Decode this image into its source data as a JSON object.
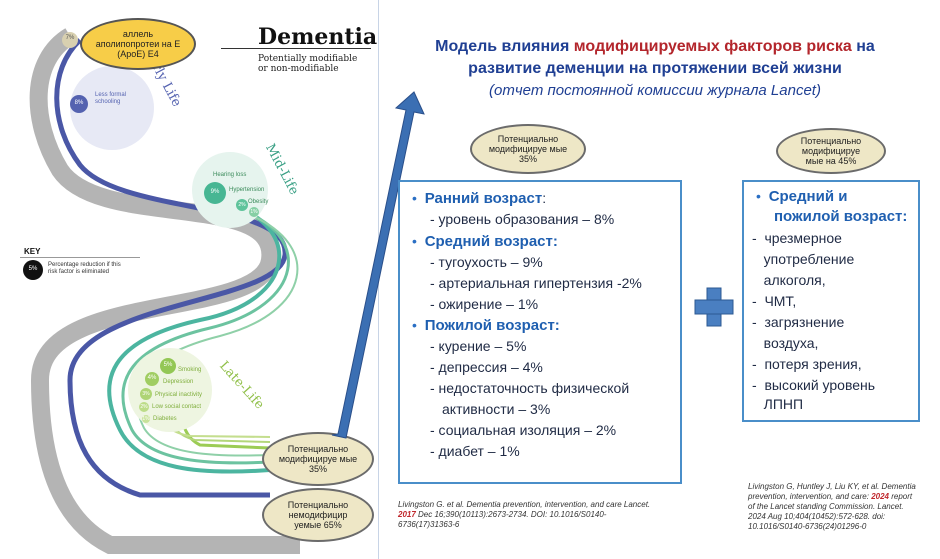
{
  "left": {
    "title": "Dementia",
    "subtitle": "Potentially modifiable or non-modifiable",
    "apoe_label": "аллель аполипопротеи на E (ApoE) E4",
    "apoe_pct": "7%",
    "stages": {
      "early": "Early Life",
      "mid": "Mid-Life",
      "late": "Late-Life"
    },
    "early_factor": {
      "pct": "8%",
      "label": "Less formal schooling"
    },
    "mid_factors": [
      {
        "pct": "9%",
        "label": "Hearing loss"
      },
      {
        "pct": "2%",
        "label": "Hypertension"
      },
      {
        "pct": "1%",
        "label": "Obesity"
      }
    ],
    "late_factors": [
      {
        "pct": "5%",
        "label": "Smoking"
      },
      {
        "pct": "4%",
        "label": "Depression"
      },
      {
        "pct": "3%",
        "label": "Physical inactivity"
      },
      {
        "pct": "2%",
        "label": "Low social contact"
      },
      {
        "pct": "1%",
        "label": "Diabetes"
      }
    ],
    "key": {
      "title": "KEY",
      "dot": "5%",
      "text": "Percentage reduction if this risk factor is eliminated"
    },
    "modifiable_label": "Потенциально модифицируе мые 35%",
    "nonmodifiable_label": "Потенциально немодифицир уемые 65%"
  },
  "header": {
    "title_a": "Модель влияния ",
    "title_b": "модифицируемых факторов риска",
    "title_c": " на",
    "title_line2": "развитие деменции на протяжении всей жизни",
    "subtitle": "(отчет постоянной комиссии журнала Lancet)"
  },
  "box1": {
    "badge": "Потенциально модифицируе мые 35%",
    "sections": [
      {
        "head": "Ранний возраст",
        "suffix": ":",
        "items": [
          "- уровень образования – 8%"
        ]
      },
      {
        "head": "Средний возраст:",
        "suffix": "",
        "items": [
          "- тугоухость – 9%",
          "- артериальная гипертензия -2%",
          "- ожирение – 1%"
        ]
      },
      {
        "head": "Пожилой возраст:",
        "suffix": "",
        "items": [
          "- курение – 5%",
          "- депрессия – 4%",
          "- недостаточность физической",
          "активности – 3%",
          "- социальная изоляция – 2%",
          "- диабет – 1%"
        ]
      }
    ]
  },
  "box2": {
    "badge": "Потенциально модифицируе мые на 45%",
    "head_line1": "Средний и",
    "head_line2": "пожилой возраст:",
    "items": [
      "-  чрезмерное",
      "   употребление",
      "   алкоголя,",
      "-  ЧМТ,",
      "-  загрязнение",
      "   воздуха,",
      "-  потеря зрения,",
      "-  высокий уровень",
      "   ЛПНП"
    ]
  },
  "ref1": {
    "text_a": "Livingston G. et al. Dementia prevention, intervention, and care Lancet.",
    "year": "2017",
    "text_b": " Dec 16;390(10113):2673-2734. DOI: 10.1016/S0140-",
    "text_c": "6736(17)31363-6"
  },
  "ref2": {
    "line1": "Livingston G, Huntley J, Liu KY, et al. Dementia",
    "line2a": "prevention, intervention, and care: ",
    "year": "2024",
    "line2b": " report",
    "line3": "of the Lancet standing Commission. Lancet.",
    "line4": "2024 Aug 10;404(10452):572-628. doi:",
    "line5": "10.1016/S0140-6736(24)01296-0"
  },
  "colors": {
    "blue": "#1f3f93",
    "red": "#b3262c",
    "box_border": "#4a8ec9",
    "plus": "#4a7fc1",
    "arrow": "#3b6fb3"
  }
}
